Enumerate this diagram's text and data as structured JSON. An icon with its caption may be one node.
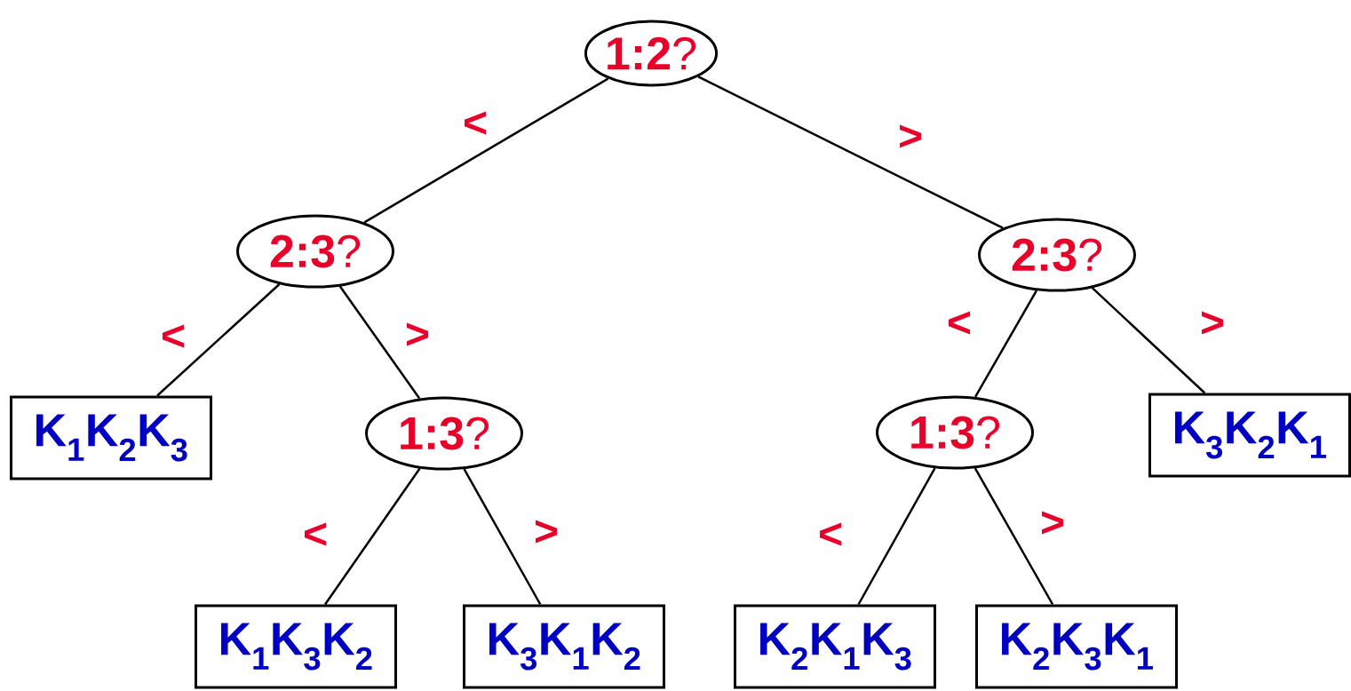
{
  "diagram": {
    "nodes": [
      {
        "text": [
          "**1:2**?"
        ]
      },
      {
        "text": [
          "**2:3**?"
        ]
      },
      {
        "text": [
          "**2:3**?"
        ]
      },
      {
        "text": [
          "K$_{1}$K$_{2}$K$_{3}$"
        ]
      },
      {
        "text": [
          "**1:3**?"
        ]
      },
      {
        "text": [
          "**1:3**?"
        ]
      },
      {
        "text": [
          "K$_{3}$K$_{2}$K$_{1}$"
        ]
      },
      {
        "text": [
          "K$_{1}$K$_{3}$K$_{2}$"
        ]
      },
      {
        "text": [
          "K$_{3}$K$_{1}$K$_{2}$"
        ]
      },
      {
        "text": [
          "K$_{2}$K$_{1}$K$_{3}$"
        ]
      },
      {
        "text": [
          "K$_{2}$K$_{3}$K$_{1}$"
        ]
      }
    ],
    "edges": [
      {
        "from": 0,
        "to": 1,
        "arrow": "none",
        "label": "<"
      },
      {
        "from": 0,
        "to": 2,
        "arrow": "none",
        "label": ">"
      },
      {
        "from": 1,
        "to": 3,
        "arrow": "none",
        "label": "<"
      },
      {
        "from": 1,
        "to": 4,
        "arrow": "none",
        "label": ">"
      },
      {
        "from": 4,
        "to": 7,
        "arrow": "none",
        "label": "<"
      },
      {
        "from": 4,
        "to": 8,
        "arrow": "none",
        "label": ">"
      },
      {
        "from": 2,
        "to": 5,
        "arrow": "none",
        "label": "<"
      },
      {
        "from": 2,
        "to": 6,
        "arrow": "none",
        "label": ">"
      },
      {
        "from": 5,
        "to": 9,
        "arrow": "none",
        "label": "<"
      },
      {
        "from": 5,
        "to": 10,
        "arrow": "none",
        "label": ">"
      }
    ]
  }
}
